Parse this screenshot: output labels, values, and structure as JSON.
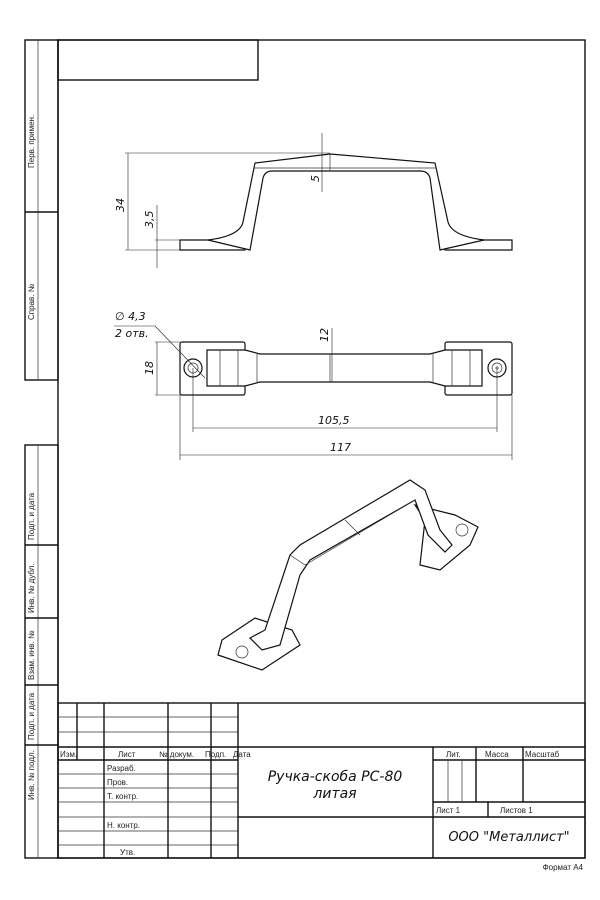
{
  "side_labels": [
    "Перв. примен.",
    "Справ. №",
    "Подп. и дата",
    "Инв. № дубл.",
    "Взам. инв. №",
    "Подп. и дата",
    "Инв. № подл."
  ],
  "dimensions": {
    "height_total": "34",
    "base_thickness": "3,5",
    "top_thickness": "5",
    "hole_diameter": "∅ 4,3",
    "hole_count": "2 отв.",
    "width": "18",
    "bar_width": "12",
    "hole_spacing": "105,5",
    "length_total": "117"
  },
  "title_block": {
    "col_headers": [
      "Изм.",
      "Лист",
      "№ докум.",
      "Подп.",
      "Дата"
    ],
    "roles": [
      "Разраб.",
      "Пров.",
      "Т. контр.",
      "",
      "Н. контр.",
      "Утв."
    ],
    "title_line1": "Ручка-скоба РС-80",
    "title_line2": "литая",
    "lit_label": "Лит.",
    "mass_label": "Масса",
    "scale_label": "Масштаб",
    "sheet": "Лист 1",
    "sheets": "Листов 1",
    "company": "ООО \"Металлист\""
  },
  "format": "Формат А4"
}
